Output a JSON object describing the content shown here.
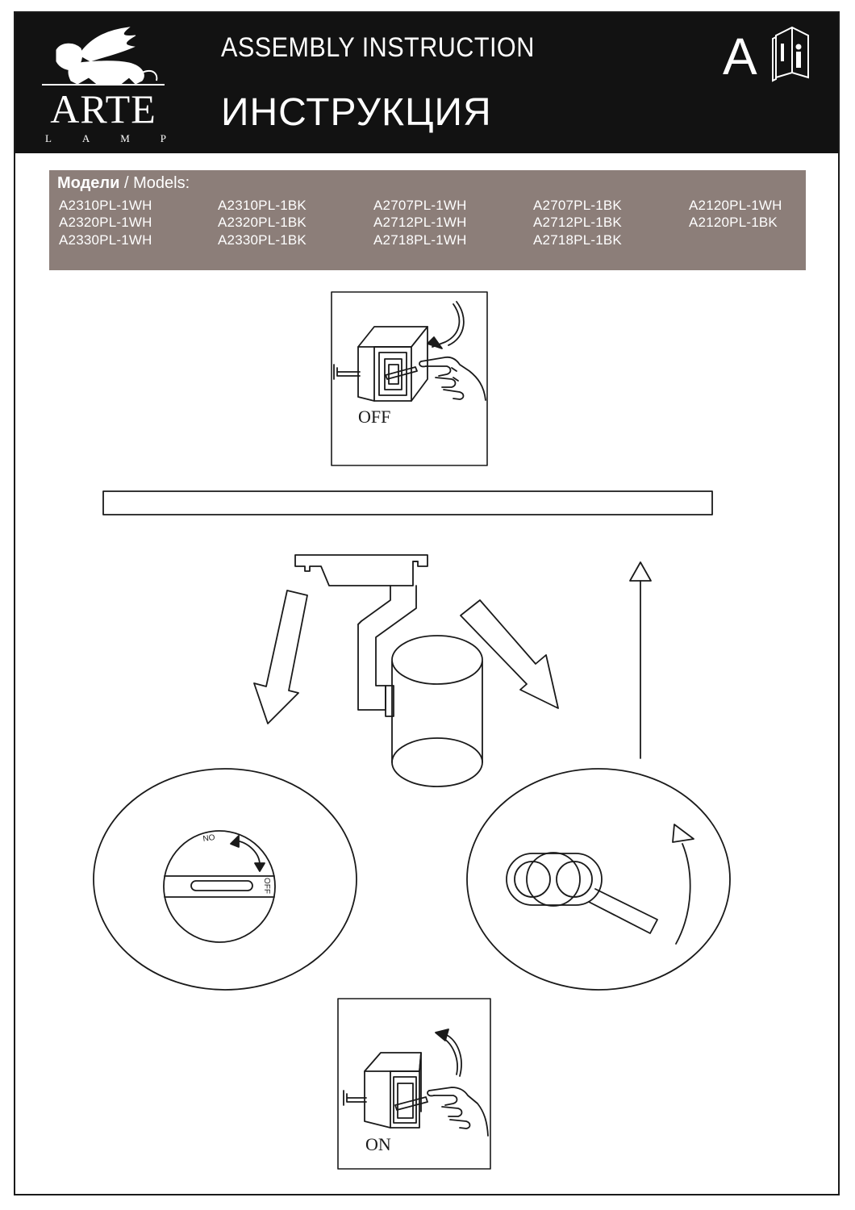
{
  "header": {
    "brand": "ARTE",
    "brand_sub": [
      "L",
      "A",
      "M",
      "P"
    ],
    "title_en": "ASSEMBLY  INSTRUCTION",
    "title_ru": "ИНСТРУКЦИЯ",
    "lang_letter": "A"
  },
  "models": {
    "label_ru": "Модели",
    "separator": " / ",
    "label_en": "Models:",
    "columns": [
      [
        "A2310PL-1WH",
        "A2320PL-1WH",
        "A2330PL-1WH"
      ],
      [
        "A2310PL-1BK",
        "A2320PL-1BK",
        "A2330PL-1BK"
      ],
      [
        "A2707PL-1WH",
        "A2712PL-1WH",
        "A2718PL-1WH"
      ],
      [
        "A2707PL-1BK",
        "A2712PL-1BK",
        "A2718PL-1BK"
      ],
      [
        "A2120PL-1WH",
        "A2120PL-1BK"
      ]
    ]
  },
  "steps": {
    "switch_off_label": "OFF",
    "switch_on_label": "ON",
    "dial_no_label": "NO",
    "dial_off_label": "OFF"
  },
  "colors": {
    "header_bg": "#121212",
    "models_bg": "#8c7e79",
    "line": "#1a1a1a"
  }
}
